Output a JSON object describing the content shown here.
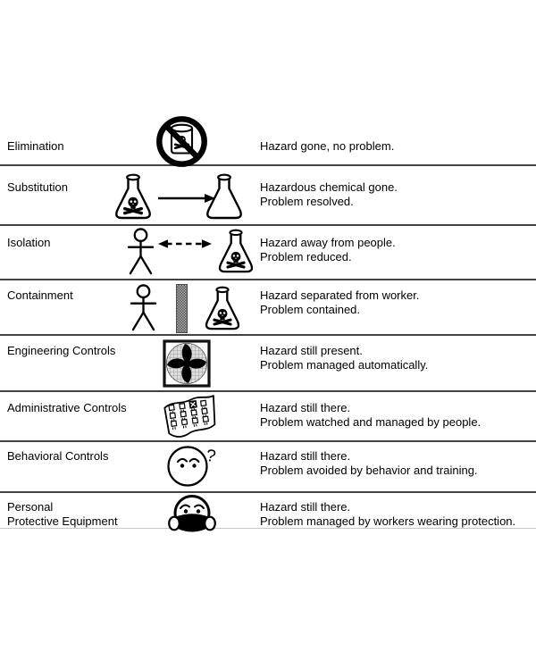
{
  "diagram": {
    "background": "#ffffff",
    "separator_color": "#424242",
    "text_color": "#000000"
  },
  "glyphs": {
    "question_mark": "?"
  },
  "rows": [
    {
      "label": "Elimination",
      "label2": "",
      "icon": "prohibited-hazard-beaker-icon",
      "desc1": "Hazard gone, no problem.",
      "desc2": ""
    },
    {
      "label": "Substitution",
      "label2": "",
      "icon": "hazard-flask-arrow-clean-flask-icon",
      "desc1": "Hazardous chemical gone.",
      "desc2": "Problem resolved."
    },
    {
      "label": "Isolation",
      "label2": "",
      "icon": "person-dashed-distance-hazard-flask-icon",
      "desc1": "Hazard away from people.",
      "desc2": "Problem reduced."
    },
    {
      "label": "Containment",
      "label2": "",
      "icon": "person-barrier-hazard-flask-icon",
      "desc1": "Hazard separated from worker.",
      "desc2": "Problem contained."
    },
    {
      "label": "Engineering Controls",
      "label2": "",
      "icon": "ventilation-fan-icon",
      "desc1": "Hazard still present.",
      "desc2": "Problem managed automatically."
    },
    {
      "label": "Administrative Controls",
      "label2": "",
      "icon": "checklist-schedule-icon",
      "desc1": "Hazard still there.",
      "desc2": "Problem watched and managed by people."
    },
    {
      "label": "Behavioral Controls",
      "label2": "",
      "icon": "thinking-face-question-icon",
      "desc1": "Hazard still there.",
      "desc2": "Problem avoided by behavior and training."
    },
    {
      "label": "Personal",
      "label2": "Protective Equipment",
      "icon": "respirator-mask-face-icon",
      "desc1": "Hazard still there.",
      "desc2": "Problem managed by workers wearing protection."
    }
  ]
}
